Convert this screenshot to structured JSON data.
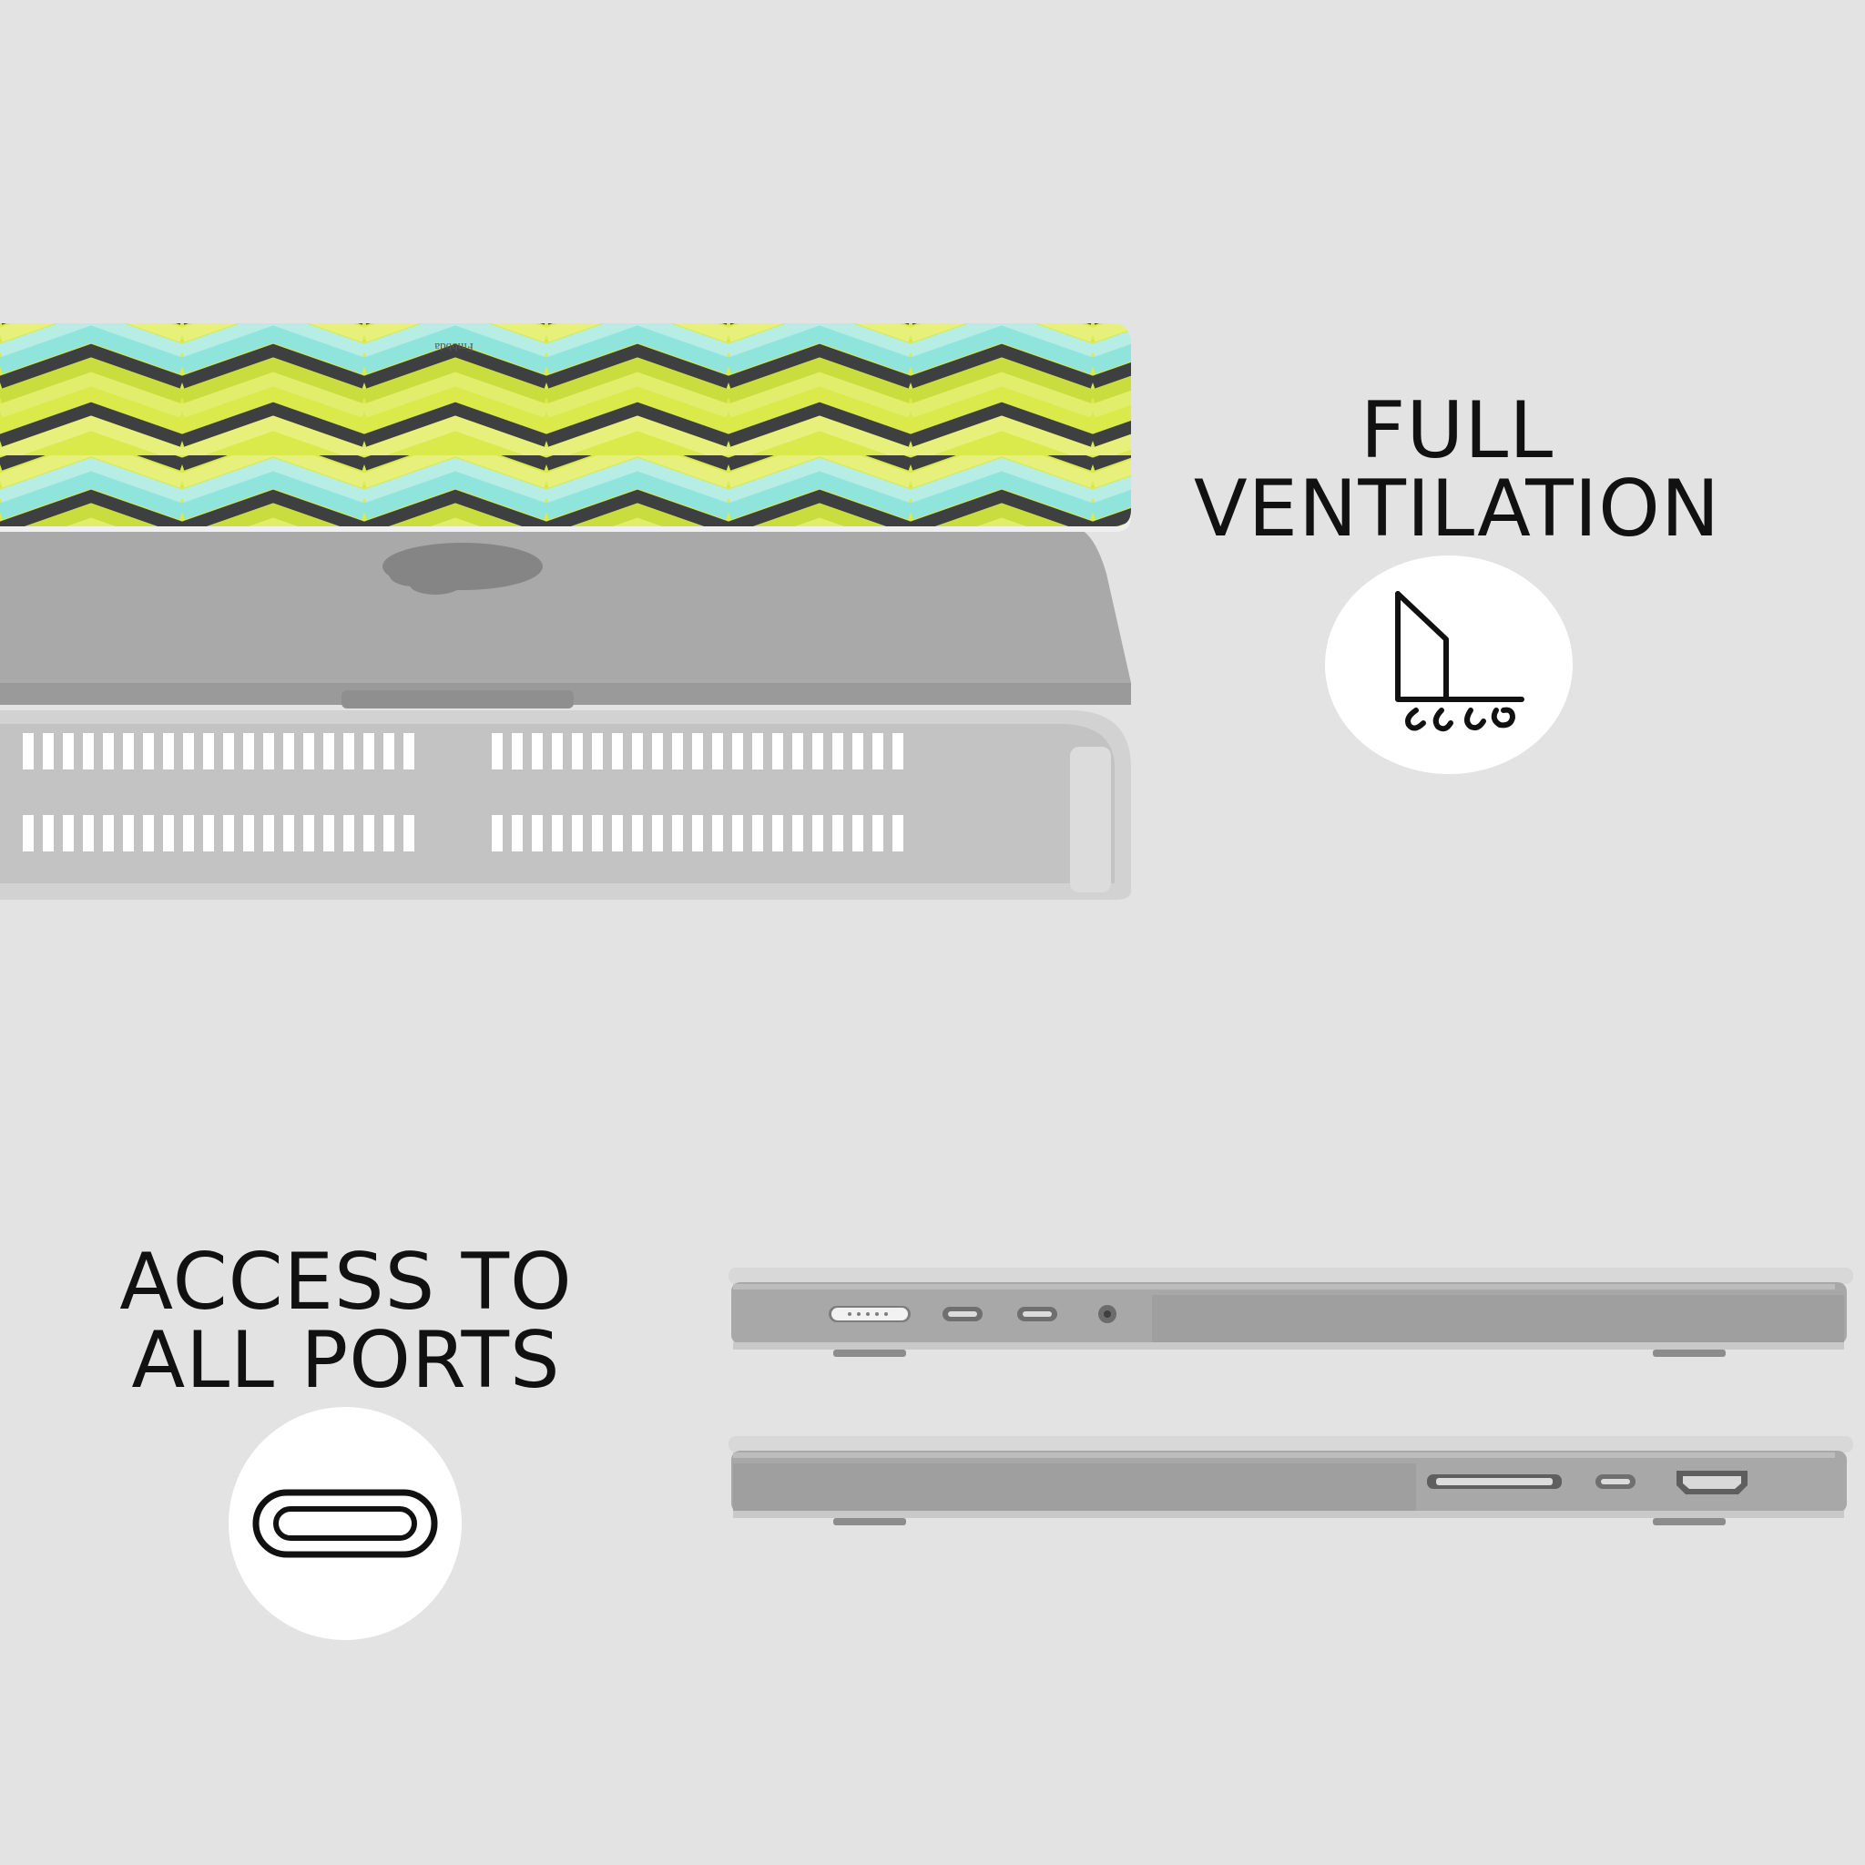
{
  "features": {
    "ventilation": {
      "title_line1": "FULL",
      "title_line2": "VENTILATION",
      "icon": "ventilation-icon"
    },
    "ports": {
      "title_line1": "ACCESS TO",
      "title_line2": "ALL PORTS",
      "icon": "usb-c-port-icon"
    }
  },
  "product": {
    "brand_mark": "Fmbbda",
    "pattern": "chevron",
    "colors": {
      "background": "#e3e3e3",
      "shell_gray": "#a9a9a9",
      "chevron_yellow": "#d9ea4a",
      "chevron_light_yellow": "#e6f07a",
      "chevron_aqua": "#8fe4dc",
      "chevron_light_aqua": "#b6eee6",
      "chevron_dark": "#3d3f40"
    }
  }
}
